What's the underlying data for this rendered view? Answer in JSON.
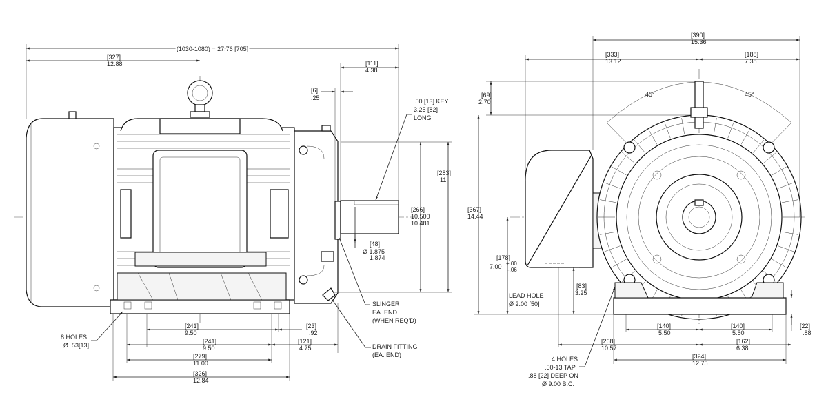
{
  "side_view": {
    "overall": "(1030-1080) = 27.76 [705]",
    "d327": [
      "[327]",
      "12.88"
    ],
    "d111": [
      "[111]",
      "4.38"
    ],
    "d6": [
      "[6]",
      ".25"
    ],
    "key_note": [
      ".50 [13] KEY",
      "3.25 [82]",
      "LONG"
    ],
    "d283": [
      "[283]",
      "11"
    ],
    "d266": [
      "[266]",
      "10.500",
      "10.481"
    ],
    "d48": [
      "[48]",
      "Ø 1.875",
      "1.874"
    ],
    "slinger": [
      "SLINGER",
      "EA. END",
      "(WHEN REQ'D)"
    ],
    "drain": [
      "DRAIN FITTING",
      "(EA. END)"
    ],
    "holes8": [
      "8 HOLES",
      "Ø .53[13]"
    ],
    "d241a": [
      "[241]",
      "9.50"
    ],
    "d23": [
      "[23]",
      ".92"
    ],
    "d241b": [
      "[241]",
      "9.50"
    ],
    "d121": [
      "[121]",
      "4.75"
    ],
    "d279": [
      "[279]",
      "11.00"
    ],
    "d326": [
      "[326]",
      "12.84"
    ]
  },
  "end_view": {
    "d390": [
      "[390]",
      "15.36"
    ],
    "d333": [
      "[333]",
      "13.12"
    ],
    "d188": [
      "[188]",
      "7.38"
    ],
    "d69": [
      "[69]",
      "2.70"
    ],
    "angle_left": "45°",
    "angle_right": "45°",
    "d367": [
      "[367]",
      "14.44"
    ],
    "d178": [
      "[178]",
      "7.00",
      "+.00",
      "-.06"
    ],
    "d83": [
      "[83]",
      "3.25"
    ],
    "lead_hole": [
      "LEAD HOLE",
      "Ø 2.00 [50]"
    ],
    "d140a": [
      "[140]",
      "5.50"
    ],
    "d140b": [
      "[140]",
      "5.50"
    ],
    "d22": [
      "[22]",
      ".88"
    ],
    "d268": [
      "[268]",
      "10.57"
    ],
    "d162": [
      "[162]",
      "6.38"
    ],
    "d324": [
      "[324]",
      "12.75"
    ],
    "holes4": [
      "4 HOLES",
      ".50-13 TAP",
      ".88 [22] DEEP ON",
      "Ø 9.00 B.C."
    ]
  }
}
